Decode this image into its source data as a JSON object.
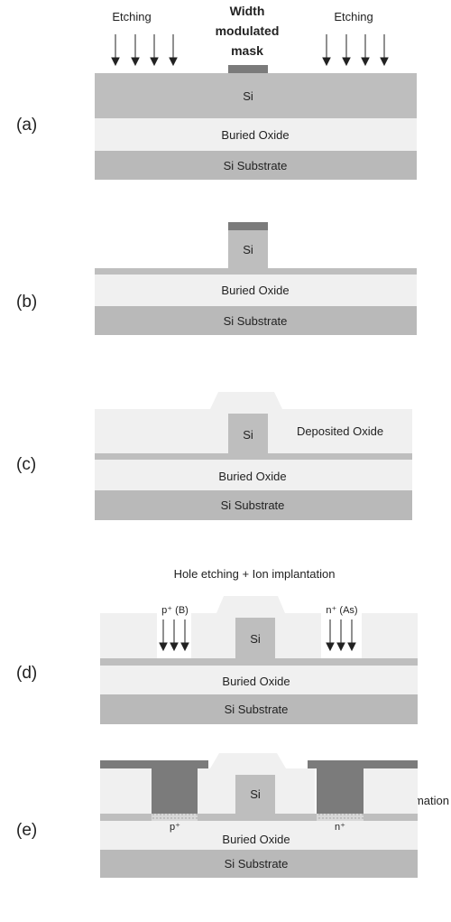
{
  "colors": {
    "substrate": "#b9b9b9",
    "oxide": "#f0f0f0",
    "si": "#bebebe",
    "mask": "#7b7b7b",
    "metal": "#7b7b7b",
    "doped": "#d8d8d8"
  },
  "panel_a": {
    "label": "(a)",
    "etching_left": "Etching",
    "etching_right": "Etching",
    "mask_line1": "Width",
    "mask_line2": "modulated",
    "mask_line3": "mask",
    "si": "Si",
    "buried_oxide": "Buried Oxide",
    "substrate": "Si Substrate"
  },
  "panel_b": {
    "label": "(b)",
    "si": "Si",
    "buried_oxide": "Buried Oxide",
    "substrate": "Si Substrate"
  },
  "panel_c": {
    "label": "(c)",
    "si": "Si",
    "deposited_oxide": "Deposited Oxide",
    "buried_oxide": "Buried Oxide",
    "substrate": "Si Substrate"
  },
  "panel_d": {
    "label": "(d)",
    "title": "Hole etching + Ion implantation",
    "p_implant": "p⁺ (B)",
    "n_implant": "n⁺ (As)",
    "si": "Si",
    "buried_oxide": "Buried Oxide",
    "substrate": "Si Substrate"
  },
  "panel_e": {
    "label": "(e)",
    "title": "Metal contact formation",
    "si": "Si",
    "p_region": "p⁺",
    "n_region": "n⁺",
    "buried_oxide": "Buried Oxide",
    "substrate": "Si Substrate"
  }
}
